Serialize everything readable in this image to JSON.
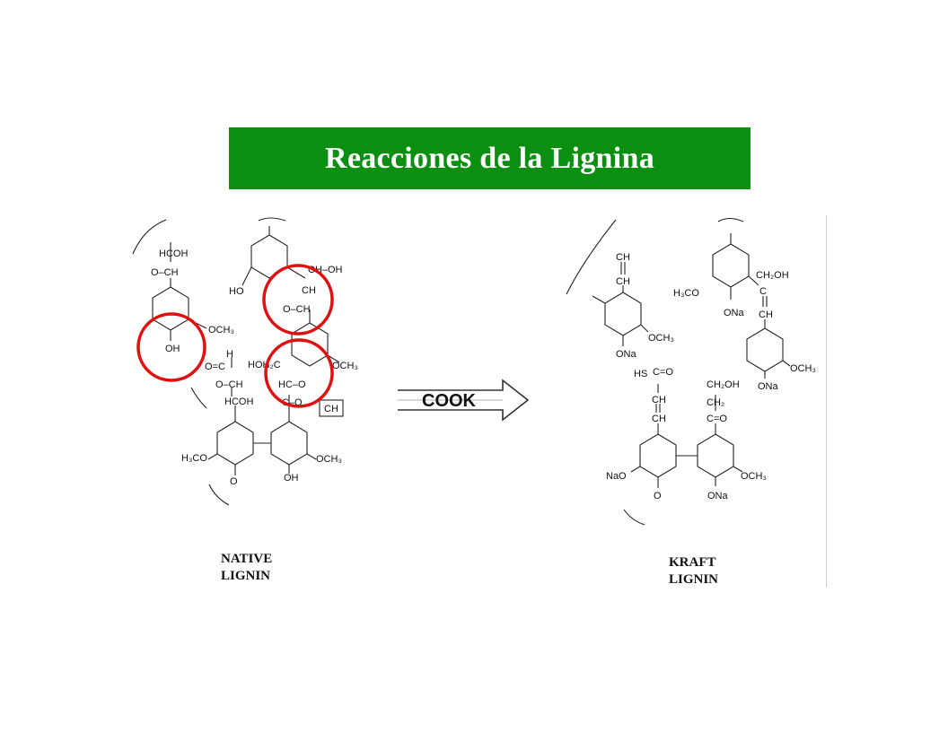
{
  "title": "Reacciones de la Lignina",
  "arrow_label": "COOK",
  "native": {
    "caption_line1": "NATIVE",
    "caption_line2": "LIGNIN",
    "labels": [
      "HCOH",
      "O–CH",
      "OCH₃",
      "OH",
      "HO",
      "CH–OH",
      "CH",
      "O–CH",
      "OCH₃",
      "O=C",
      "H",
      "O–CH",
      "HCOH",
      "HOH₂C",
      "HC–O",
      "C–O",
      "CH",
      "H₃CO",
      "OCH₃",
      "OH",
      "O"
    ]
  },
  "kraft": {
    "caption_line1": "KRAFT",
    "caption_line2": "LIGNIN",
    "labels": [
      "CH",
      "CH",
      "OCH₃",
      "ONa",
      "H₃CO",
      "ONa",
      "CH₂OH",
      "C",
      "CH",
      "OCH₃",
      "ONa",
      "HS",
      "C=O",
      "CH",
      "CH",
      "CH₂OH",
      "CH₂",
      "C=O",
      "NaO",
      "O",
      "OCH₃",
      "ONa"
    ]
  },
  "highlight_color": "#e01010",
  "header_color": "#0b8f10"
}
